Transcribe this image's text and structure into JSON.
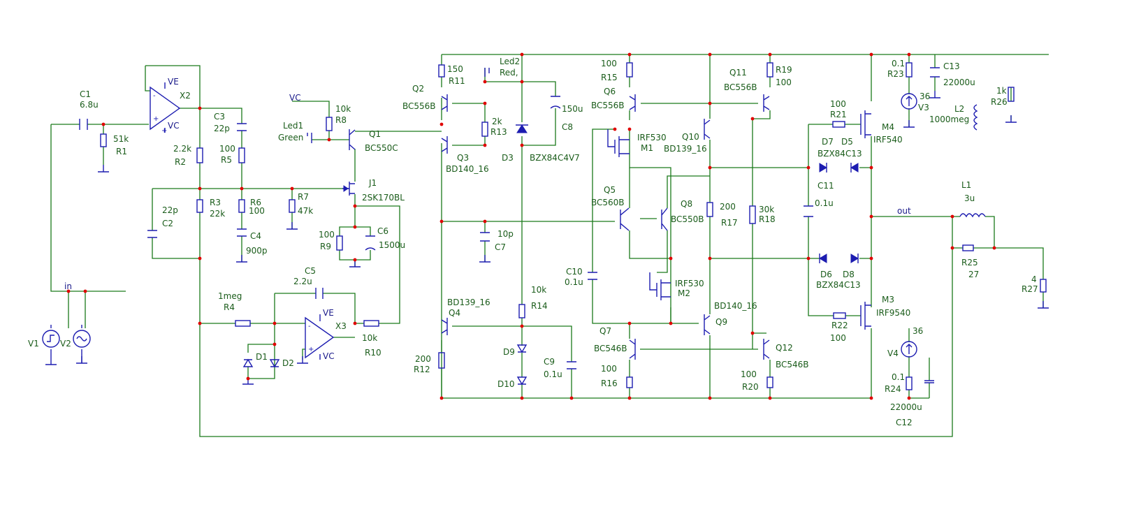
{
  "colors": {
    "wire": "#1a7a1a",
    "component": "#1c1cb0",
    "junction": "#e00000",
    "text": "#1a5c1a"
  },
  "nets": {
    "in": "in",
    "out": "out",
    "vc": "VC",
    "ve": "VE"
  },
  "components": [
    {
      "ref": "C1",
      "value": "6.8u"
    },
    {
      "ref": "R1",
      "value": "51k"
    },
    {
      "ref": "X2",
      "value": ""
    },
    {
      "ref": "R2",
      "value": "2.2k"
    },
    {
      "ref": "C3",
      "value": "22p"
    },
    {
      "ref": "R5",
      "value": "100"
    },
    {
      "ref": "C2",
      "value": "22p"
    },
    {
      "ref": "R3",
      "value": "22k"
    },
    {
      "ref": "R6",
      "value": "100"
    },
    {
      "ref": "C4",
      "value": "900p"
    },
    {
      "ref": "R7",
      "value": "47k"
    },
    {
      "ref": "R8",
      "value": "10k"
    },
    {
      "ref": "Led1",
      "value": "Green"
    },
    {
      "ref": "Q1",
      "value": "BC550C"
    },
    {
      "ref": "J1",
      "value": "2SK170BL"
    },
    {
      "ref": "R9",
      "value": "100"
    },
    {
      "ref": "C6",
      "value": "1500u"
    },
    {
      "ref": "C5",
      "value": "2.2u"
    },
    {
      "ref": "R4",
      "value": "1meg"
    },
    {
      "ref": "X3",
      "value": ""
    },
    {
      "ref": "R10",
      "value": "10k"
    },
    {
      "ref": "D1",
      "value": ""
    },
    {
      "ref": "D2",
      "value": ""
    },
    {
      "ref": "V1",
      "value": ""
    },
    {
      "ref": "V2",
      "value": ""
    },
    {
      "ref": "Q2",
      "value": "BC556B"
    },
    {
      "ref": "R11",
      "value": "150"
    },
    {
      "ref": "Led2",
      "value": "Red,"
    },
    {
      "ref": "R13",
      "value": "2k"
    },
    {
      "ref": "Q3",
      "value": "BD140_16"
    },
    {
      "ref": "D3",
      "value": "BZX84C4V7"
    },
    {
      "ref": "C8",
      "value": "150u"
    },
    {
      "ref": "C7",
      "value": "10p"
    },
    {
      "ref": "Q4",
      "value": "BD139_16"
    },
    {
      "ref": "R12",
      "value": "200"
    },
    {
      "ref": "R14",
      "value": "10k"
    },
    {
      "ref": "D9",
      "value": ""
    },
    {
      "ref": "D10",
      "value": ""
    },
    {
      "ref": "C9",
      "value": "0.1u"
    },
    {
      "ref": "R15",
      "value": "100"
    },
    {
      "ref": "Q6",
      "value": "BC556B"
    },
    {
      "ref": "M1",
      "value": "IRF530"
    },
    {
      "ref": "Q10",
      "value": "BD139_16"
    },
    {
      "ref": "Q11",
      "value": "BC556B"
    },
    {
      "ref": "R19",
      "value": "100"
    },
    {
      "ref": "Q5",
      "value": "BC560B"
    },
    {
      "ref": "Q8",
      "value": "BC550B"
    },
    {
      "ref": "R17",
      "value": "200"
    },
    {
      "ref": "R18",
      "value": "30k"
    },
    {
      "ref": "C10",
      "value": "0.1u"
    },
    {
      "ref": "M2",
      "value": "IRF530"
    },
    {
      "ref": "Q9",
      "value": "BD140_16"
    },
    {
      "ref": "Q7",
      "value": "BC546B"
    },
    {
      "ref": "Q12",
      "value": "BC546B"
    },
    {
      "ref": "R16",
      "value": "100"
    },
    {
      "ref": "R20",
      "value": "100"
    },
    {
      "ref": "R21",
      "value": "100"
    },
    {
      "ref": "M4",
      "value": "IRF540"
    },
    {
      "ref": "D7",
      "value": "BZX84C13"
    },
    {
      "ref": "D5",
      "value": ""
    },
    {
      "ref": "C11",
      "value": "0.1u"
    },
    {
      "ref": "D6",
      "value": "BZX84C13"
    },
    {
      "ref": "D8",
      "value": ""
    },
    {
      "ref": "R22",
      "value": "100"
    },
    {
      "ref": "M3",
      "value": "IRF9540"
    },
    {
      "ref": "R23",
      "value": "0.1"
    },
    {
      "ref": "V3",
      "value": "36"
    },
    {
      "ref": "C13",
      "value": "22000u"
    },
    {
      "ref": "R26",
      "value": "1k"
    },
    {
      "ref": "L2",
      "value": "1000meg"
    },
    {
      "ref": "L1",
      "value": "3u"
    },
    {
      "ref": "R25",
      "value": "27"
    },
    {
      "ref": "R27",
      "value": "4"
    },
    {
      "ref": "V4",
      "value": "36"
    },
    {
      "ref": "R24",
      "value": "0.1"
    },
    {
      "ref": "C12",
      "value": "22000u"
    }
  ]
}
